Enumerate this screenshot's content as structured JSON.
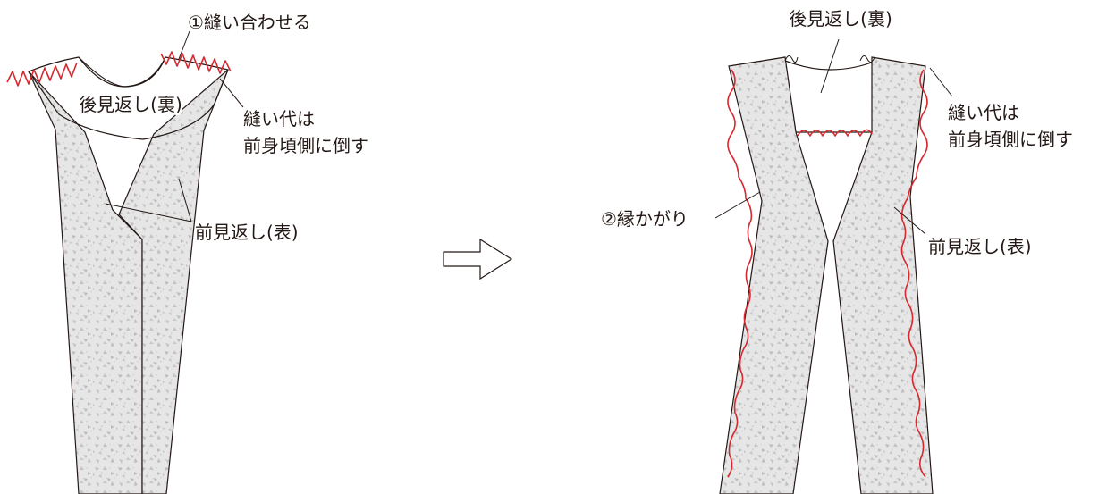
{
  "diagram": {
    "left": {
      "step1_label": "①縫い合わせる",
      "back_facing_label": "後見返し(裏)",
      "seam_allowance_line1": "縫い代は",
      "seam_allowance_line2": "前身頃側に倒す",
      "front_facing_label": "前見返し(表)"
    },
    "right": {
      "back_facing_label": "後見返し(裏)",
      "seam_allowance_line1": "縫い代は",
      "seam_allowance_line2": "前身頃側に倒す",
      "step2_label": "②縁かがり",
      "front_facing_label": "前見返し(表)"
    },
    "colors": {
      "fabric_fill": "#e6e6e6",
      "fabric_speckle": "#bdbdbd",
      "back_facing_fill": "#b7b7b7",
      "stitch": "#d7282f",
      "line": "#231815"
    },
    "arrow_icon": "outline-right-arrow"
  }
}
